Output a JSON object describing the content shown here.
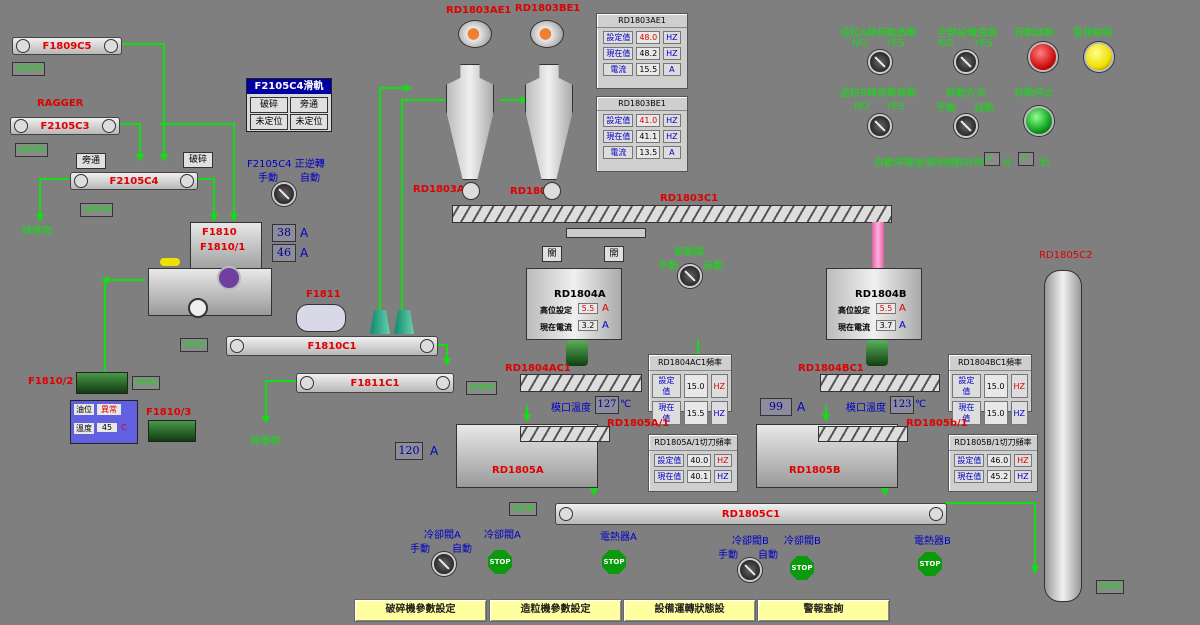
{
  "labels": {
    "f1809c5": "F1809C5",
    "rpm1": "40RPM",
    "ragger": "RAGGER",
    "f2105c3": "F2105C3",
    "rpm2": "40RPM",
    "pass1": "旁通",
    "break1": "破碎",
    "f2105c4": "F2105C4",
    "rpm3": "40RPM",
    "waste1": "掉落物",
    "f1810": "F1810",
    "f1810_1": "F1810/1",
    "f1810_2": "F1810/2",
    "f1810_3": "F1810/3",
    "f1811": "F1811",
    "f1810c1": "F1810C1",
    "f1811c1": "F1811C1",
    "waste2": "掉落物",
    "rpm4": "0RPM",
    "rpm5": "0RPM",
    "rpm6": "0 RPM",
    "rd1803ae1": "RD1803AE1",
    "rd1803be1": "RD1803BE1",
    "rd1803a": "RD1803A",
    "rd1803b": "RD1803B",
    "rd1803c1": "RD1803C1",
    "rd1804a": "RD1804A",
    "rd1804b": "RD1804B",
    "rd1804ac1": "RD1804AC1",
    "rd1804bc1": "RD1804BC1",
    "rd1805a1": "RD1805A/1",
    "rd1805b1": "RD1805b/1",
    "rd1805a": "RD1805A",
    "rd1805b": "RD1805B",
    "rd1805c1": "RD1805C1",
    "rd1805c2": "RD1805C2",
    "rpm7": "0RPM",
    "rpm8": "0RPM",
    "close": "關",
    "open": "開",
    "valve": "氣動閥",
    "manual": "手動",
    "auto": "自動",
    "f2105c4_dir": "F2105C4 正逆轉",
    "cool_a1": "冷卻閥A",
    "cool_a2": "冷卻閥A",
    "heat_a": "電熱器A",
    "cool_b1": "冷卻閥B",
    "cool_b2": "冷卻閥B",
    "heat_b": "電熱器B",
    "temp_a_label": "模口溫度",
    "temp_b_label": "模口溫度",
    "deg": "℃",
    "amp": "A"
  },
  "values": {
    "f1810_amp1": "38",
    "f1810_amp2": "46",
    "temp_a": "127",
    "temp_b": "123",
    "amp_120": "120",
    "amp_99": "99",
    "rd1804a_set": "5.5",
    "rd1804a_cur": "3.2",
    "rd1804b_set": "5.5",
    "rd1804b_cur": "3.7"
  },
  "rd1804_rows": {
    "set": "高位設定",
    "cur": "現在電流",
    "a": "A"
  },
  "slide_panel": {
    "title": "F2105C4滑軌",
    "b1": "破碎",
    "b2": "旁通",
    "b3": "未定位",
    "b4": "未定位"
  },
  "oil_panel": {
    "l1": "油位",
    "v1": "異常",
    "l2": "溫度",
    "v2": "45",
    "u2": "C"
  },
  "panels": [
    {
      "title": "RD1803AE1",
      "rows": [
        [
          "設定值",
          "48.0",
          "HZ"
        ],
        [
          "現在值",
          "48.2",
          "HZ"
        ],
        [
          "電流",
          "15.5",
          "A"
        ]
      ]
    },
    {
      "title": "RD1803BE1",
      "rows": [
        [
          "設定值",
          "41.0",
          "HZ"
        ],
        [
          "現在值",
          "41.1",
          "HZ"
        ],
        [
          "電流",
          "13.5",
          "A"
        ]
      ]
    },
    {
      "title": "RD1804AC1頻率",
      "rows": [
        [
          "設定值",
          "15.0",
          "HZ"
        ],
        [
          "現在值",
          "15.5",
          "HZ"
        ]
      ]
    },
    {
      "title": "RD1804BC1頻率",
      "rows": [
        [
          "設定值",
          "15.0",
          "HZ"
        ],
        [
          "現在值",
          "15.0",
          "HZ"
        ]
      ]
    },
    {
      "title": "RD1805A/1切刀頻率",
      "rows": [
        [
          "設定值",
          "40.0",
          "HZ"
        ],
        [
          "現在值",
          "40.1",
          "HZ"
        ]
      ]
    },
    {
      "title": "RD1805B/1切刀頻率",
      "rows": [
        [
          "設定值",
          "46.0",
          "HZ"
        ],
        [
          "現在值",
          "45.2",
          "HZ"
        ]
      ]
    }
  ],
  "controls": {
    "a_auto": "造粒A線自動啟動",
    "b_auto": "造粒B線自動啟動",
    "all_clear": "全部設備遠端",
    "start_mode": "啟動方式",
    "auto_start": "自動啟動",
    "auto_stop": "自動停止",
    "alarm_reset": "警報解除",
    "no": "NO",
    "yes": "YES",
    "manual": "手動",
    "auto": "自動",
    "timer": "自動停機後清除倒數計時",
    "min": "分",
    "sec": "秒",
    "min_val": "0",
    "sec_val": "0"
  },
  "nav": {
    "b1": "破碎機參數設定",
    "b2": "造粒機參數設定",
    "b3": "設備運轉狀態設",
    "b4": "警報查詢"
  },
  "stop": "STOP",
  "colors": {
    "background": "#7f7f7f",
    "label_red": "#e00000",
    "label_blue": "#0000c8",
    "flow_green": "#10e010",
    "nav_yellow": "#ffffa0"
  }
}
